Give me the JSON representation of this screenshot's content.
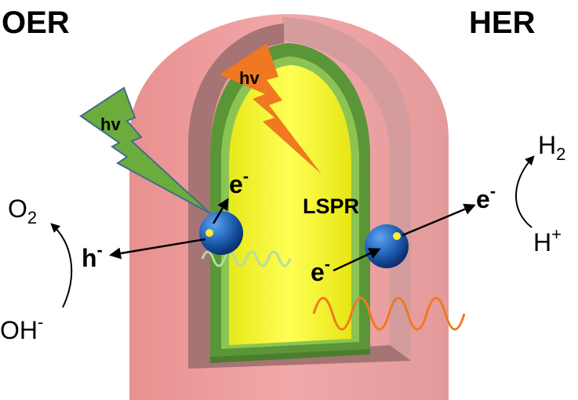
{
  "labels": {
    "oer": "OER",
    "her": "HER",
    "hv_left": "hv",
    "hv_top": "hv",
    "lspr": "LSPR",
    "o2_base": "O",
    "o2_sub": "2",
    "h2_base": "H",
    "h2_sub": "2",
    "h_plus_base": "H",
    "h_plus_sup": "+",
    "oh_base": "OH",
    "oh_sup": "-",
    "hole_base": "h",
    "hole_sup": "-",
    "e_left_base": "e",
    "e_left_sup": "-",
    "e_center_base": "e",
    "e_center_sup": "-",
    "e_right_base": "e",
    "e_right_sup": "-"
  },
  "colors": {
    "shell_outer": "#f2a5a5",
    "shell_cut": "#a67676",
    "shell_inner_right": "#d8a3a3",
    "green_layer": "#5e9a3a",
    "green_light": "#8cc453",
    "yellow_core": "#f3f31e",
    "lightning_green": "#6cac3c",
    "lightning_orange": "#f07820",
    "particle": "#1e5fb4",
    "particle_dot": "#ffee33",
    "wave_green": "#b4dca4",
    "wave_orange": "#f07820"
  }
}
